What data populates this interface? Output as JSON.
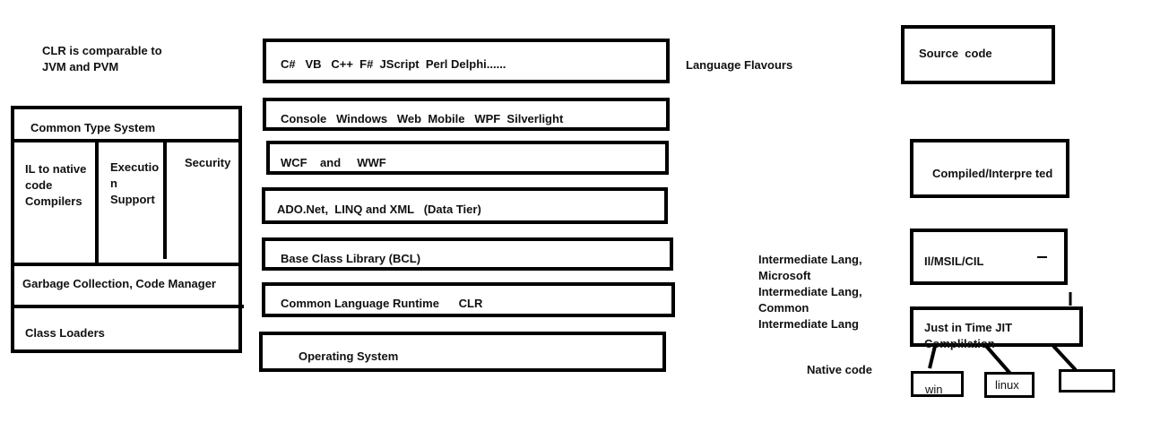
{
  "note": "CLR is comparable to\nJVM and PVM",
  "left_stack": {
    "cts": "Common Type System",
    "il": "IL to native code Compilers",
    "exec": "Executio n Support",
    "security": "Security",
    "gc": "Garbage Collection, Code Manager",
    "loaders": "Class Loaders"
  },
  "layers": [
    "C#   VB   C++  F#  JScript  Perl Delphi......",
    "Console   Windows   Web  Mobile   WPF  Silverlight",
    "WCF    and     WWF",
    "ADO.Net,  LINQ and XML   (Data Tier)",
    "Base Class Library (BCL)",
    "Common Language Runtime      CLR",
    "Operating System"
  ],
  "language_flavours": "Language Flavours",
  "flow": {
    "source": "Source  code",
    "compiled": "Compiled/Interpre ted",
    "il": "Il/MSIL/CIL",
    "il_desc": "Intermediate Lang,\nMicrosoft\nIntermediate Lang,\nCommon\nIntermediate Lang",
    "jit": "Just in Time JIT Complilation",
    "native": "Native code",
    "targets": [
      "win",
      "linux",
      ""
    ]
  }
}
